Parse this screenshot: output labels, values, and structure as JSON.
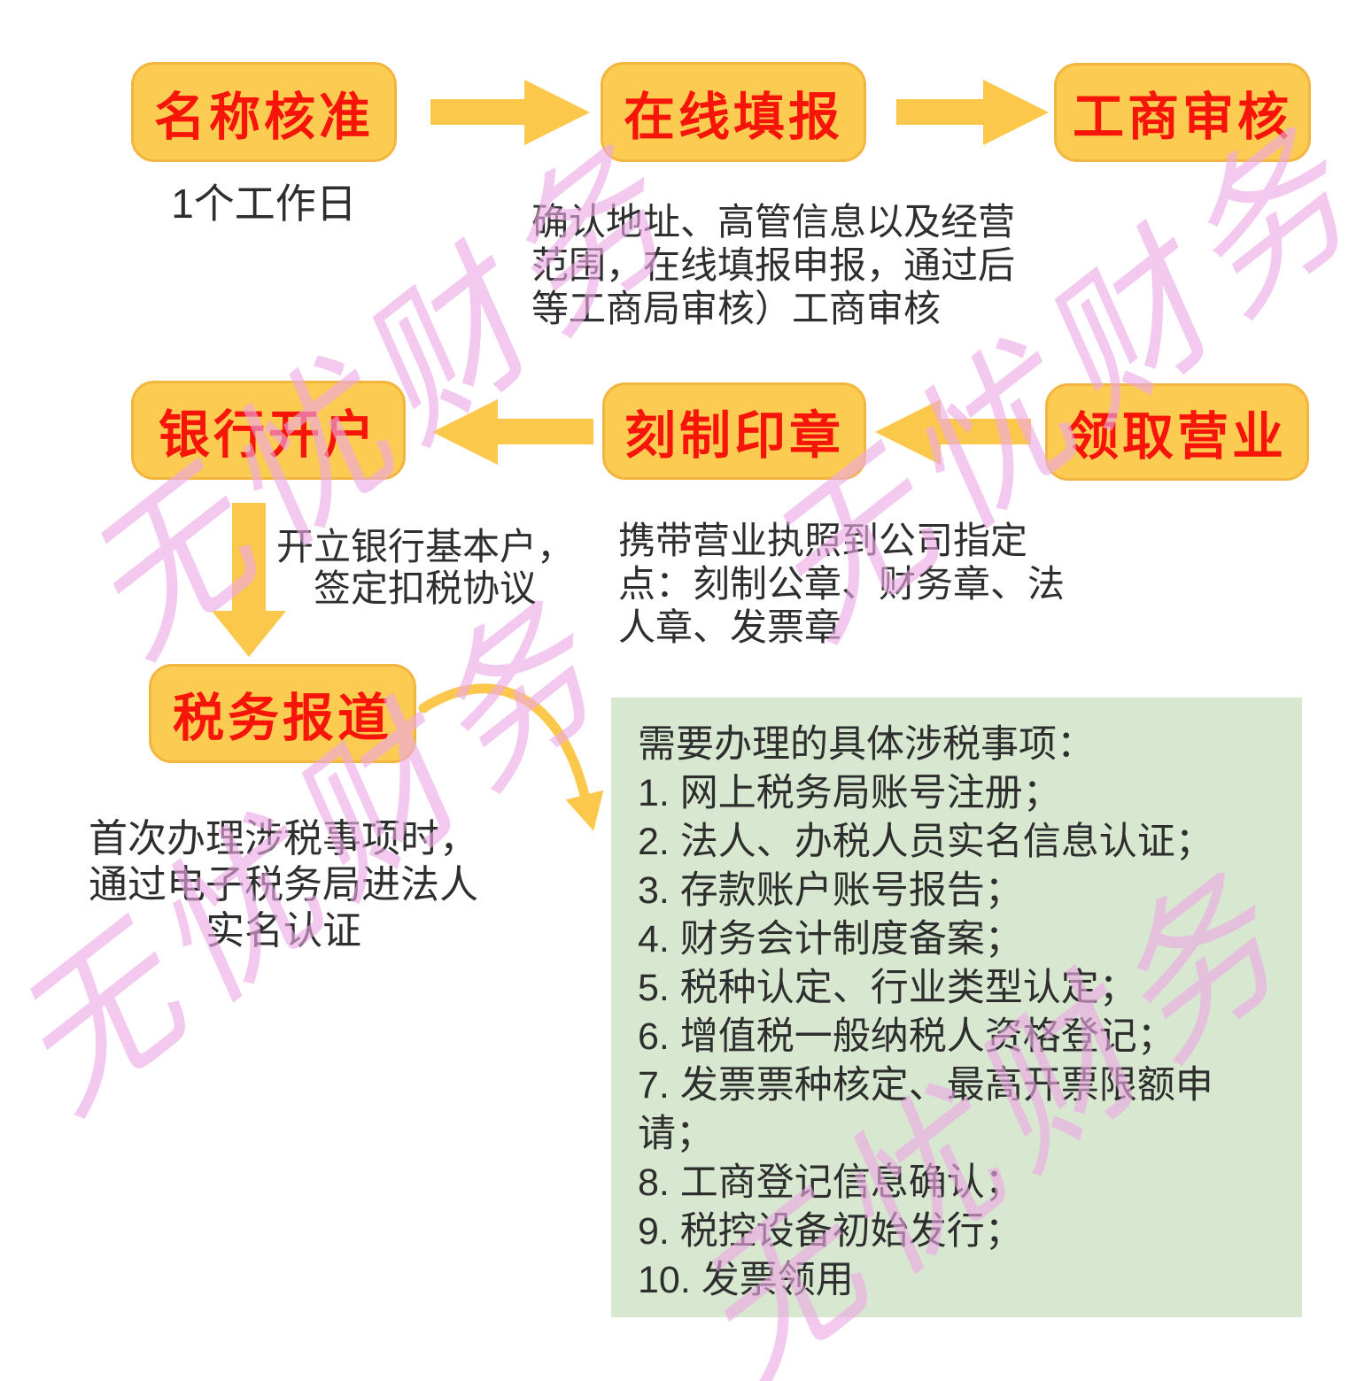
{
  "flow": {
    "nodes": [
      {
        "id": "name-approval",
        "label": "名称核准",
        "note": "1个工作日"
      },
      {
        "id": "online-filing",
        "label": "在线填报",
        "note": "确认地址、高管信息以及经营\n范围，在线填报申报，通过后\n等工商局审核）工商审核"
      },
      {
        "id": "business-review",
        "label": "工商审核",
        "note": ""
      },
      {
        "id": "bank-account",
        "label": "银行开户",
        "note": "开立银行基本户，\n签定扣税协议"
      },
      {
        "id": "seal-engraving",
        "label": "刻制印章",
        "note": "携带营业执照到公司指定\n点：刻制公章、财务章、法\n人章、发票章"
      },
      {
        "id": "license-collection",
        "label": "领取营业",
        "note": ""
      },
      {
        "id": "tax-registration",
        "label": "税务报道",
        "note": "首次办理涉税事项时，\n通过电子税务局进法人\n实名认证"
      }
    ]
  },
  "panel": {
    "title": "需要办理的具体涉税事项：",
    "items": [
      "1. 网上税务局账号注册；",
      "2. 法人、办税人员实名信息认证；",
      "3. 存款账户账号报告；",
      "4. 财务会计制度备案；",
      "5. 税种认定、行业类型认定；",
      "6. 增值税一般纳税人资格登记；",
      "7. 发票票种核定、最高开票限额申请；",
      "8. 工商登记信息确认；",
      "9. 税控设备初始发行；",
      "10. 发票领用"
    ]
  },
  "watermark": {
    "text": "无忧财务"
  },
  "colors": {
    "node_fill": "#fbcb52",
    "node_border": "#f2b640",
    "node_label": "#f71408",
    "arrow": "#fbc84c",
    "text": "#2e2e2e",
    "panel_bg": "#d8e7d0",
    "watermark": "#eda9e6"
  }
}
